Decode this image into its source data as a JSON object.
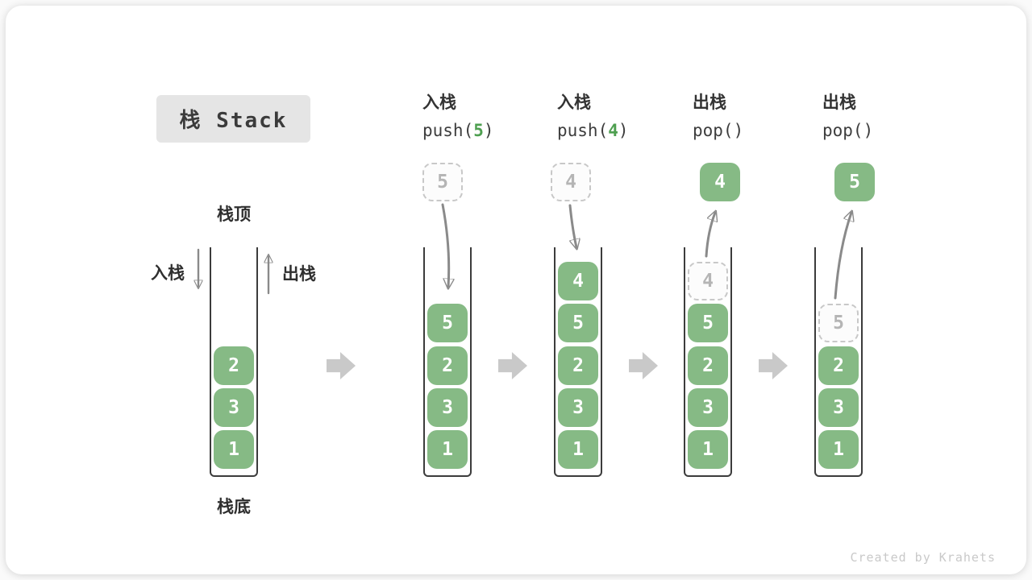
{
  "title": {
    "text": "栈 Stack"
  },
  "legend": {
    "stack_top": "栈顶",
    "stack_bottom": "栈底",
    "push_label": "入栈",
    "pop_label": "出栈"
  },
  "operations": [
    {
      "kind": "入栈",
      "code_fn": "push(",
      "code_arg": "5",
      "code_close": ")"
    },
    {
      "kind": "入栈",
      "code_fn": "push(",
      "code_arg": "4",
      "code_close": ")"
    },
    {
      "kind": "出栈",
      "code_fn": "pop(",
      "code_arg": "",
      "code_close": ")"
    },
    {
      "kind": "出栈",
      "code_fn": "pop(",
      "code_arg": "",
      "code_close": ")"
    }
  ],
  "stacks": [
    {
      "name": "initial-stack",
      "items": [
        {
          "value": "2",
          "slot": 2,
          "dashed": false
        },
        {
          "value": "3",
          "slot": 3,
          "dashed": false
        },
        {
          "value": "1",
          "slot": 4,
          "dashed": false
        }
      ]
    },
    {
      "name": "after-push-5",
      "floating": {
        "value": "5",
        "dashed": true
      },
      "items": [
        {
          "value": "5",
          "slot": 1,
          "dashed": false
        },
        {
          "value": "2",
          "slot": 2,
          "dashed": false
        },
        {
          "value": "3",
          "slot": 3,
          "dashed": false
        },
        {
          "value": "1",
          "slot": 4,
          "dashed": false
        }
      ]
    },
    {
      "name": "after-push-4",
      "floating": {
        "value": "4",
        "dashed": true
      },
      "items": [
        {
          "value": "4",
          "slot": 0,
          "dashed": false
        },
        {
          "value": "5",
          "slot": 1,
          "dashed": false
        },
        {
          "value": "2",
          "slot": 2,
          "dashed": false
        },
        {
          "value": "3",
          "slot": 3,
          "dashed": false
        },
        {
          "value": "1",
          "slot": 4,
          "dashed": false
        }
      ]
    },
    {
      "name": "after-pop-4",
      "floating": {
        "value": "4",
        "dashed": false
      },
      "items": [
        {
          "value": "4",
          "slot": 0,
          "dashed": true
        },
        {
          "value": "5",
          "slot": 1,
          "dashed": false
        },
        {
          "value": "2",
          "slot": 2,
          "dashed": false
        },
        {
          "value": "3",
          "slot": 3,
          "dashed": false
        },
        {
          "value": "1",
          "slot": 4,
          "dashed": false
        }
      ]
    },
    {
      "name": "after-pop-5",
      "floating": {
        "value": "5",
        "dashed": false
      },
      "items": [
        {
          "value": "5",
          "slot": 1,
          "dashed": true
        },
        {
          "value": "2",
          "slot": 2,
          "dashed": false
        },
        {
          "value": "3",
          "slot": 3,
          "dashed": false
        },
        {
          "value": "1",
          "slot": 4,
          "dashed": false
        }
      ]
    }
  ],
  "watermark": "Created by Krahets",
  "colors": {
    "block_green": "#86ba85",
    "code_arg_green": "#4e9f50",
    "dashed_border": "#c8c8c8",
    "dashed_text": "#b5b5b5",
    "arrow_gray": "#8a8a8a",
    "block_arrow_gray": "#c9c9c9",
    "title_bg": "#e5e5e5",
    "text_dark": "#3c3c3c"
  }
}
